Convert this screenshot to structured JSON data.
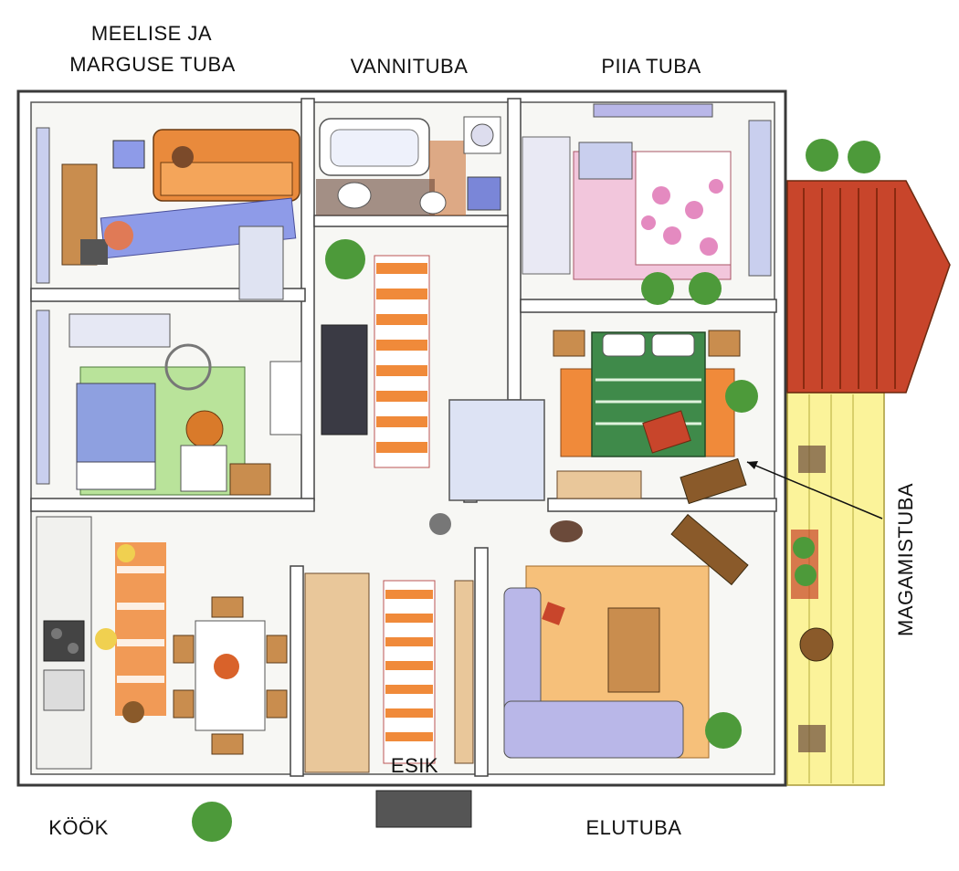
{
  "labels": {
    "meelise_marguse_line1": "MEELISE JA",
    "meelise_marguse_line2": "MARGUSE TUBA",
    "vannituba": "VANNITUBA",
    "piia_tuba": "PIIA TUBA",
    "magamistuba": "MAGAMISTUBA",
    "esik": "ESIK",
    "kook": "KÖÖK",
    "elutuba": "ELUTUBA"
  },
  "colors": {
    "wall": "#ffffff",
    "wall_edge": "#3a3a3a",
    "floor": "#f7f7f4",
    "rug_orange": "#f08a3a",
    "rug_blue": "#6f7fd8",
    "grass_green": "#b9e39a",
    "terrace_yellow": "#fbf39a",
    "roof_red": "#c8452b",
    "bed_green": "#3f8a4a",
    "sofa_orange": "#e98a3c",
    "sofa_lavender": "#b9b7e8",
    "living_carpet": "#f6c07a",
    "pink_rug": "#f2c6dc",
    "plant_green": "#4d9a3a"
  }
}
